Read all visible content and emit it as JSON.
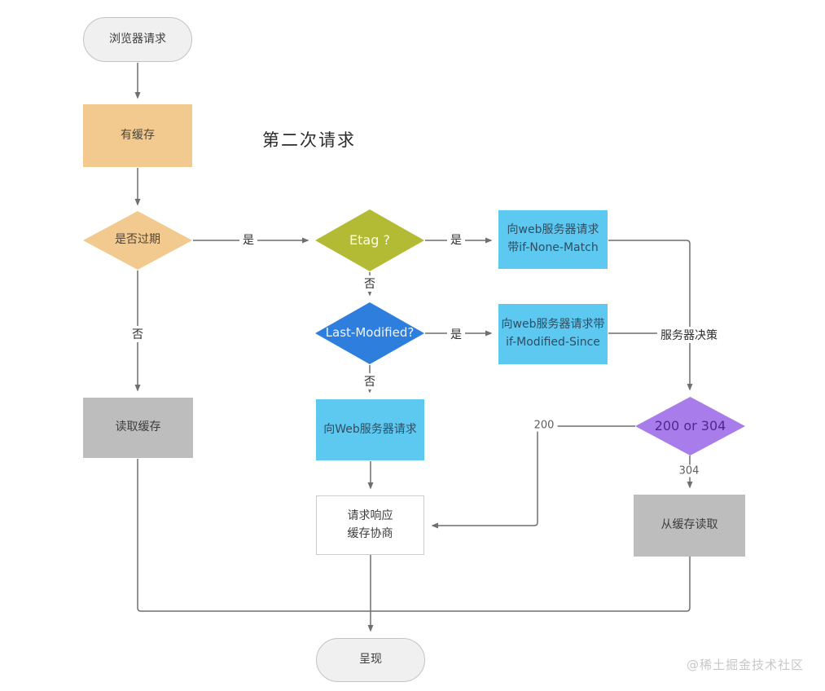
{
  "title": "第二次请求",
  "watermark": "@稀土掘金技术社区",
  "nodes": {
    "browser_request": {
      "label": "浏览器请求"
    },
    "has_cache": {
      "label": "有缓存"
    },
    "is_expired": {
      "label": "是否过期"
    },
    "etag": {
      "label": "Etag ?"
    },
    "last_modified": {
      "label": "Last-Modified?"
    },
    "req_if_none_match": {
      "lines": [
        "向web服务器请求",
        "带if-None-Match"
      ]
    },
    "req_if_modified_since": {
      "lines": [
        "向web服务器请求带",
        "if-Modified-Since"
      ]
    },
    "request_web_server": {
      "label": "向Web服务器请求"
    },
    "read_cache": {
      "label": "读取缓存"
    },
    "response_negotiation": {
      "lines": [
        "请求响应",
        "缓存协商"
      ]
    },
    "status_200_304": {
      "label": "200 or 304"
    },
    "read_from_cache": {
      "label": "从缓存读取"
    },
    "render": {
      "label": "呈现"
    }
  },
  "edge_labels": {
    "expired_yes": "是",
    "expired_no": "否",
    "etag_yes": "是",
    "etag_no": "否",
    "last_modified_yes": "是",
    "last_modified_no": "否",
    "server_decision": "服务器决策",
    "code_200": "200",
    "code_304": "304"
  },
  "colors": {
    "orange": "#f2c98e",
    "olive": "#b3ba34",
    "blue": "#2e7ede",
    "sky": "#5dc8f0",
    "purple": "#a87ceb",
    "gray": "#bdbdbd",
    "pill_fill": "#f0f0f0",
    "line": "#6f6f6f"
  }
}
